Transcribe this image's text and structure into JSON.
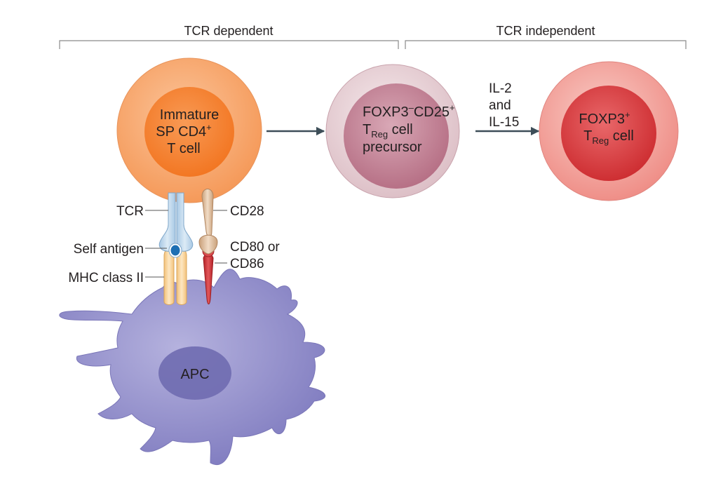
{
  "headers": {
    "tcr_dependent": "TCR dependent",
    "tcr_independent": "TCR independent"
  },
  "cells": {
    "immature": {
      "line1": "Immature",
      "line2": "SP CD4",
      "line2_sup": "+",
      "line3": "T cell"
    },
    "precursor": {
      "l1a": "FOXP3",
      "l1a_sup": "–",
      "l1b": "CD25",
      "l1b_sup": "+",
      "l2_T": "T",
      "l2_sub": "Reg",
      "l2_rest": " cell",
      "l3": "precursor"
    },
    "treg": {
      "l1": "FOXP3",
      "l1_sup": "+",
      "l2_T": "T",
      "l2_sub": "Reg",
      "l2_rest": " cell"
    }
  },
  "cytokines": {
    "line1": "IL-2",
    "line2": "and",
    "line3": "IL-15"
  },
  "labels": {
    "tcr": "TCR",
    "self_antigen": "Self antigen",
    "mhc": "MHC class II",
    "cd28": "CD28",
    "cd80_line1": "CD80 or",
    "cd80_line2": "CD86",
    "apc": "APC"
  },
  "colors": {
    "orange_cell": "#f7a163",
    "orange_core": "#f57f33",
    "pink_cell": "#ead3d8",
    "pink_core": "#c7899b",
    "red_cell": "#f2a39c",
    "red_core": "#d8393b",
    "apc": "#8f8bc9",
    "apc_nucleus": "#6c69ad",
    "arrow": "#3d4e58"
  }
}
